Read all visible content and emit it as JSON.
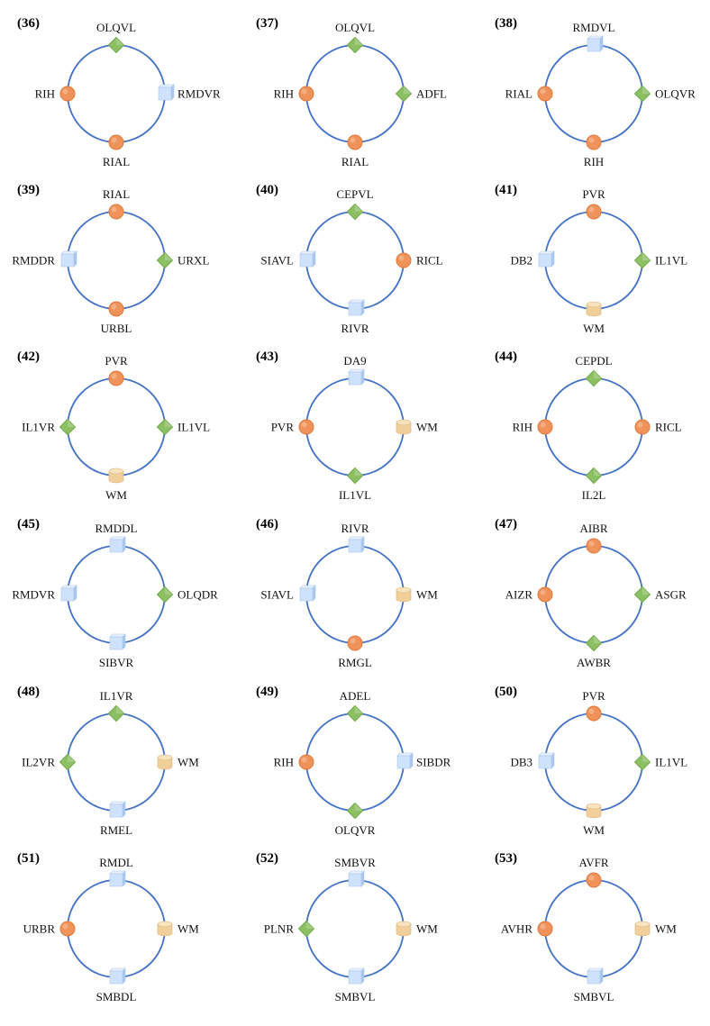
{
  "colors": {
    "ring": "#4472c4",
    "circle_fill": "#f0935a",
    "circle_stroke": "#e0783d",
    "diamond_fill": "#8cc063",
    "diamond_stroke": "#6ea84a",
    "cube_front": "#cfe2fb",
    "cube_top": "#e8f1fd",
    "cube_side": "#a9c7ee",
    "cylinder_fill": "#f0cf9a",
    "cylinder_top": "#f8e3bf",
    "cylinder_stroke": "#d8b47c"
  },
  "shape_legend": {
    "circle": "orange-circle-icon",
    "diamond": "green-diamond-icon",
    "cube": "blue-cube-icon",
    "cylinder": "tan-cylinder-icon"
  },
  "motifs": [
    {
      "label": "(36)",
      "nodes": {
        "top": {
          "name": "OLQVL",
          "shape": "diamond"
        },
        "right": {
          "name": "RMDVR",
          "shape": "cube"
        },
        "bottom": {
          "name": "RIAL",
          "shape": "circle"
        },
        "left": {
          "name": "RIH",
          "shape": "circle"
        }
      }
    },
    {
      "label": "(37)",
      "nodes": {
        "top": {
          "name": "OLQVL",
          "shape": "diamond"
        },
        "right": {
          "name": "ADFL",
          "shape": "diamond"
        },
        "bottom": {
          "name": "RIAL",
          "shape": "circle"
        },
        "left": {
          "name": "RIH",
          "shape": "circle"
        }
      }
    },
    {
      "label": "(38)",
      "nodes": {
        "top": {
          "name": "RMDVL",
          "shape": "cube"
        },
        "right": {
          "name": "OLQVR",
          "shape": "diamond"
        },
        "bottom": {
          "name": "RIH",
          "shape": "circle"
        },
        "left": {
          "name": "RIAL",
          "shape": "circle"
        }
      }
    },
    {
      "label": "(39)",
      "nodes": {
        "top": {
          "name": "RIAL",
          "shape": "circle"
        },
        "right": {
          "name": "URXL",
          "shape": "diamond"
        },
        "bottom": {
          "name": "URBL",
          "shape": "circle"
        },
        "left": {
          "name": "RMDDR",
          "shape": "cube"
        }
      }
    },
    {
      "label": "(40)",
      "nodes": {
        "top": {
          "name": "CEPVL",
          "shape": "diamond"
        },
        "right": {
          "name": "RICL",
          "shape": "circle"
        },
        "bottom": {
          "name": "RIVR",
          "shape": "cube"
        },
        "left": {
          "name": "SIAVL",
          "shape": "cube"
        }
      }
    },
    {
      "label": "(41)",
      "nodes": {
        "top": {
          "name": "PVR",
          "shape": "circle"
        },
        "right": {
          "name": "IL1VL",
          "shape": "diamond"
        },
        "bottom": {
          "name": "WM",
          "shape": "cylinder"
        },
        "left": {
          "name": "DB2",
          "shape": "cube"
        }
      }
    },
    {
      "label": "(42)",
      "nodes": {
        "top": {
          "name": "PVR",
          "shape": "circle"
        },
        "right": {
          "name": "IL1VL",
          "shape": "diamond"
        },
        "bottom": {
          "name": "WM",
          "shape": "cylinder"
        },
        "left": {
          "name": "IL1VR",
          "shape": "diamond"
        }
      }
    },
    {
      "label": "(43)",
      "nodes": {
        "top": {
          "name": "DA9",
          "shape": "cube"
        },
        "right": {
          "name": "WM",
          "shape": "cylinder"
        },
        "bottom": {
          "name": "IL1VL",
          "shape": "diamond"
        },
        "left": {
          "name": "PVR",
          "shape": "circle"
        }
      }
    },
    {
      "label": "(44)",
      "nodes": {
        "top": {
          "name": "CEPDL",
          "shape": "diamond"
        },
        "right": {
          "name": "RICL",
          "shape": "circle"
        },
        "bottom": {
          "name": "IL2L",
          "shape": "diamond"
        },
        "left": {
          "name": "RIH",
          "shape": "circle"
        }
      }
    },
    {
      "label": "(45)",
      "nodes": {
        "top": {
          "name": "RMDDL",
          "shape": "cube"
        },
        "right": {
          "name": "OLQDR",
          "shape": "diamond"
        },
        "bottom": {
          "name": "SIBVR",
          "shape": "cube"
        },
        "left": {
          "name": "RMDVR",
          "shape": "cube"
        }
      }
    },
    {
      "label": "(46)",
      "nodes": {
        "top": {
          "name": "RIVR",
          "shape": "cube"
        },
        "right": {
          "name": "WM",
          "shape": "cylinder"
        },
        "bottom": {
          "name": "RMGL",
          "shape": "circle"
        },
        "left": {
          "name": "SIAVL",
          "shape": "cube"
        }
      }
    },
    {
      "label": "(47)",
      "nodes": {
        "top": {
          "name": "AIBR",
          "shape": "circle"
        },
        "right": {
          "name": "ASGR",
          "shape": "diamond"
        },
        "bottom": {
          "name": "AWBR",
          "shape": "diamond"
        },
        "left": {
          "name": "AIZR",
          "shape": "circle"
        }
      }
    },
    {
      "label": "(48)",
      "nodes": {
        "top": {
          "name": "IL1VR",
          "shape": "diamond"
        },
        "right": {
          "name": "WM",
          "shape": "cylinder"
        },
        "bottom": {
          "name": "RMEL",
          "shape": "cube"
        },
        "left": {
          "name": "IL2VR",
          "shape": "diamond"
        }
      }
    },
    {
      "label": "(49)",
      "nodes": {
        "top": {
          "name": "ADEL",
          "shape": "diamond"
        },
        "right": {
          "name": "SIBDR",
          "shape": "cube"
        },
        "bottom": {
          "name": "OLQVR",
          "shape": "diamond"
        },
        "left": {
          "name": "RIH",
          "shape": "circle"
        }
      }
    },
    {
      "label": "(50)",
      "nodes": {
        "top": {
          "name": "PVR",
          "shape": "circle"
        },
        "right": {
          "name": "IL1VL",
          "shape": "diamond"
        },
        "bottom": {
          "name": "WM",
          "shape": "cylinder"
        },
        "left": {
          "name": "DB3",
          "shape": "cube"
        }
      }
    },
    {
      "label": "(51)",
      "nodes": {
        "top": {
          "name": "RMDL",
          "shape": "cube"
        },
        "right": {
          "name": "WM",
          "shape": "cylinder"
        },
        "bottom": {
          "name": "SMBDL",
          "shape": "cube"
        },
        "left": {
          "name": "URBR",
          "shape": "circle"
        }
      }
    },
    {
      "label": "(52)",
      "nodes": {
        "top": {
          "name": "SMBVR",
          "shape": "cube"
        },
        "right": {
          "name": "WM",
          "shape": "cylinder"
        },
        "bottom": {
          "name": "SMBVL",
          "shape": "cube"
        },
        "left": {
          "name": "PLNR",
          "shape": "diamond"
        }
      }
    },
    {
      "label": "(53)",
      "nodes": {
        "top": {
          "name": "AVFR",
          "shape": "circle"
        },
        "right": {
          "name": "WM",
          "shape": "cylinder"
        },
        "bottom": {
          "name": "SMBVL",
          "shape": "cube"
        },
        "left": {
          "name": "AVHR",
          "shape": "circle"
        }
      }
    }
  ]
}
